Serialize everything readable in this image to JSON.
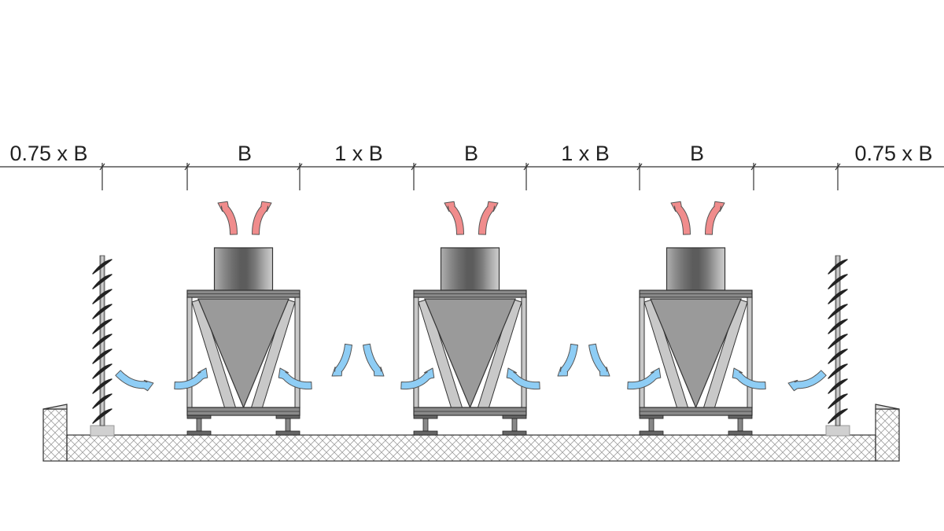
{
  "dimensions": [
    {
      "label": "0.75 x B"
    },
    {
      "label": "B"
    },
    {
      "label": "1 x B"
    },
    {
      "label": "B"
    },
    {
      "label": "1 x B"
    },
    {
      "label": "B"
    },
    {
      "label": "0.75 x B"
    }
  ],
  "colors": {
    "exhaust_arrow": "#f08c8c",
    "intake_arrow": "#8ecdf5",
    "arrow_outline": "#555555",
    "unit_gray": "#9a9a9a",
    "frame_gray": "#c8c8c8",
    "hatch": "#999999",
    "louver": "#222222"
  },
  "components": {
    "units": [
      "cooler-unit-1",
      "cooler-unit-2",
      "cooler-unit-3"
    ],
    "walls": [
      "louvre-wall-left",
      "louvre-wall-right"
    ],
    "base": "roof-slab"
  }
}
